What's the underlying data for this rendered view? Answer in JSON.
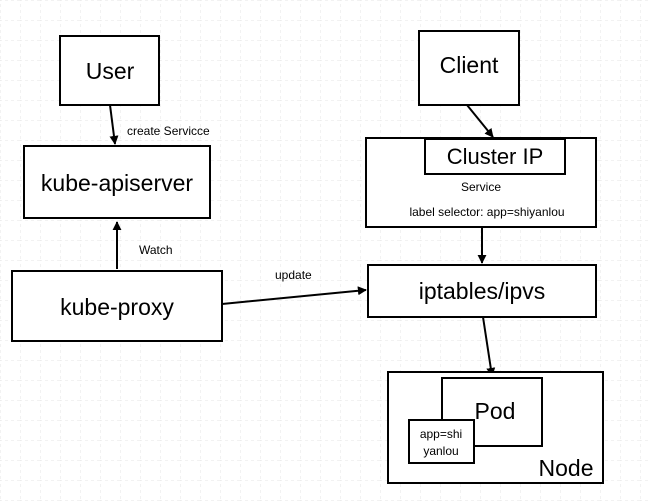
{
  "nodes": {
    "user": "User",
    "kube_apiserver": "kube-apiserver",
    "kube_proxy": "kube-proxy",
    "client": "Client",
    "cluster_ip": "Cluster IP",
    "service": "Service",
    "label_selector": "label selector: app=shiyanlou",
    "iptables_ipvs": "iptables/ipvs",
    "pod": "Pod",
    "pod_label_line1": "app=shi",
    "pod_label_line2": "yanlou",
    "node": "Node"
  },
  "edges": {
    "create_service": "create Servicce",
    "watch": "Watch",
    "update": "update"
  },
  "colors": {
    "background": "#ffffff",
    "grid": "#e6e6e6",
    "stroke": "#000000"
  }
}
